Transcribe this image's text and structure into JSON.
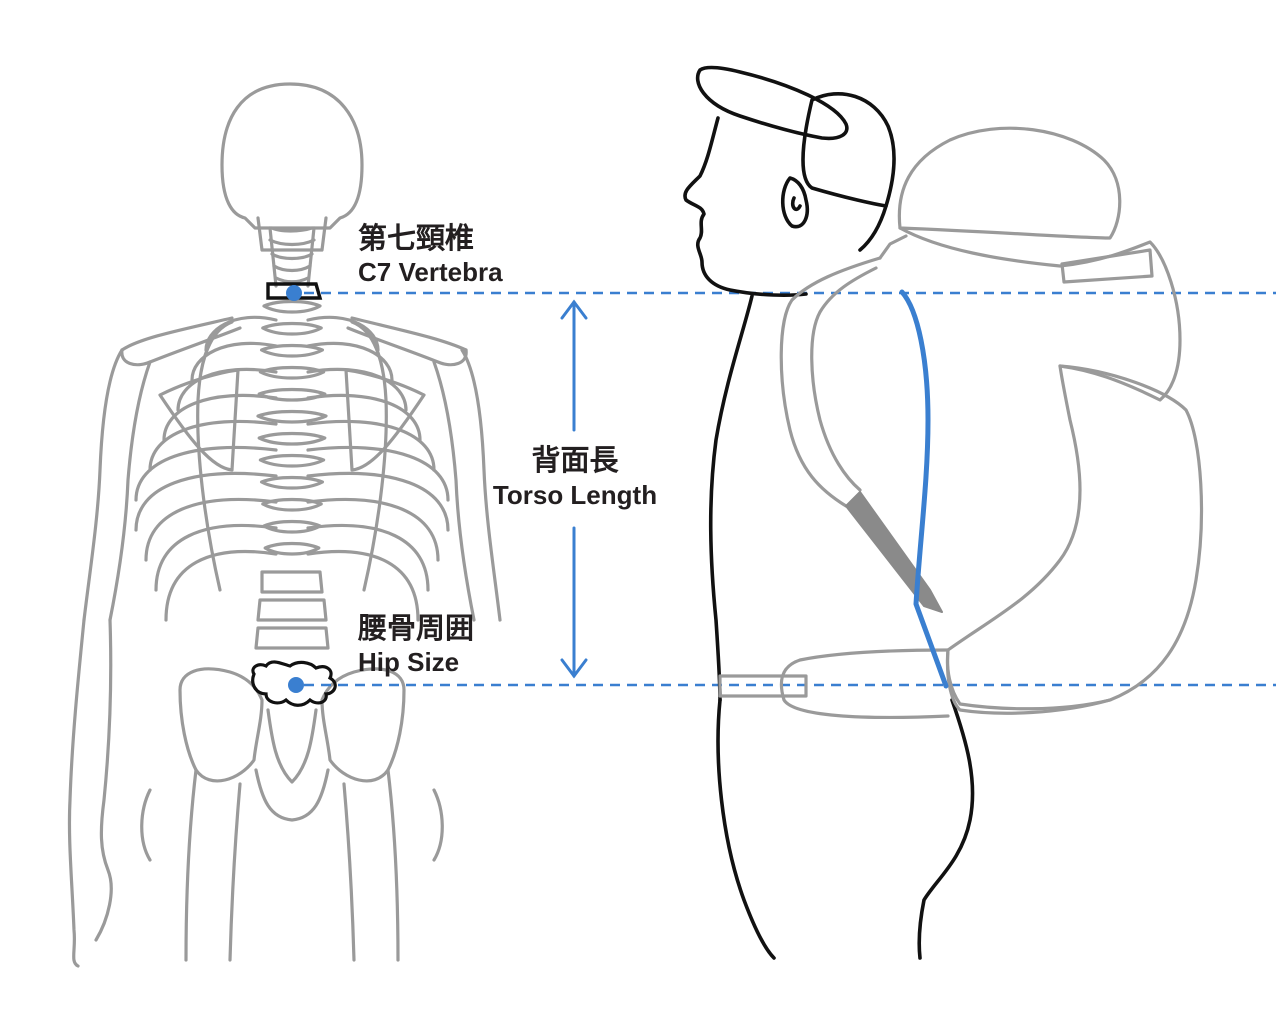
{
  "labels": {
    "c7_jp": "第七頸椎",
    "c7_en": "C7 Vertebra",
    "torso_jp": "背面長",
    "torso_en": "Torso Length",
    "hip_jp": "腰骨周囲",
    "hip_en": "Hip Size"
  },
  "colors": {
    "accent_blue": "#3a7fd0",
    "bone_gray": "#9a9a9a",
    "outline_black": "#111111",
    "text": "#231f20"
  },
  "icons": [
    "skeleton-back-view",
    "hiker-side-view",
    "backpack-side-view"
  ]
}
